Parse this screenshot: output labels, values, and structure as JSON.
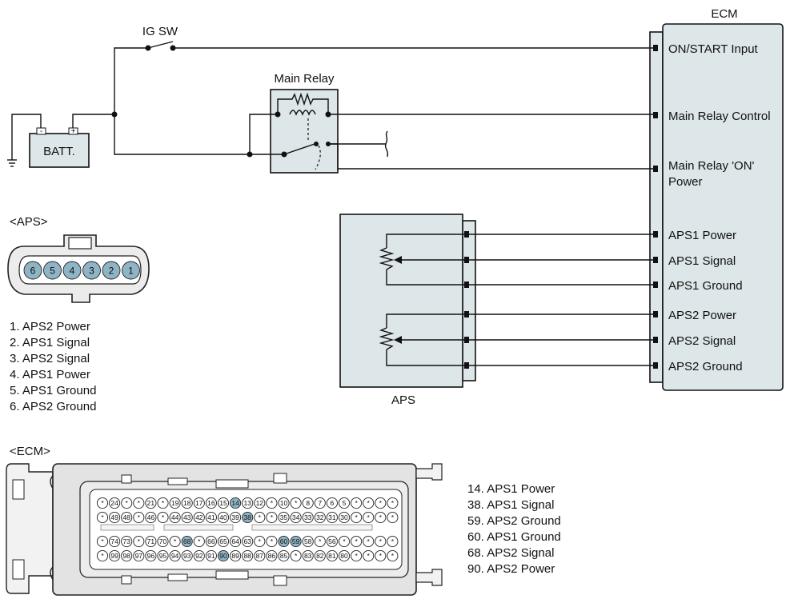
{
  "ecm": {
    "title": "ECM",
    "terminals": [
      "ON/START Input",
      "Main Relay Control",
      "Main Relay 'ON'",
      "Power",
      "APS1 Power",
      "APS1 Signal",
      "APS1 Ground",
      "APS2 Power",
      "APS2 Signal",
      "APS2 Ground"
    ]
  },
  "circuit": {
    "ig_sw": "IG SW",
    "main_relay": "Main Relay",
    "battery": "BATT.",
    "batt_neg": "-",
    "batt_pos": "+",
    "aps_label": "APS"
  },
  "aps_connector": {
    "title": "<APS>",
    "pins": [
      "6",
      "5",
      "4",
      "3",
      "2",
      "1"
    ],
    "legend": [
      "1. APS2 Power",
      "2. APS1 Signal",
      "3. APS2 Signal",
      "4. APS1 Power",
      "5. APS1 Ground",
      "6. APS2 Ground"
    ]
  },
  "ecm_connector": {
    "title": "<ECM>",
    "row1": [
      "*",
      "24",
      "*",
      "*",
      "21",
      "*",
      "19",
      "18",
      "17",
      "16",
      "15",
      "14",
      "13",
      "12",
      "*",
      "10",
      "*",
      "8",
      "7",
      "6",
      "5",
      "*",
      "*",
      "*",
      "*"
    ],
    "row2": [
      "*",
      "49",
      "48",
      "*",
      "46",
      "*",
      "44",
      "43",
      "42",
      "41",
      "40",
      "39",
      "38",
      "*",
      "*",
      "35",
      "34",
      "33",
      "32",
      "31",
      "30",
      "*",
      "*",
      "*",
      "*"
    ],
    "row3": [
      "*",
      "74",
      "73",
      "*",
      "71",
      "70",
      "*",
      "68",
      "*",
      "66",
      "65",
      "64",
      "63",
      "*",
      "*",
      "60",
      "59",
      "58",
      "*",
      "56",
      "*",
      "*",
      "*",
      "*",
      "*"
    ],
    "row4": [
      "*",
      "99",
      "98",
      "97",
      "96",
      "95",
      "94",
      "93",
      "92",
      "91",
      "90",
      "89",
      "88",
      "87",
      "86",
      "85",
      "*",
      "83",
      "82",
      "81",
      "80",
      "*",
      "*",
      "*",
      "*"
    ],
    "highlighted": [
      "14",
      "38",
      "59",
      "60",
      "68",
      "90"
    ],
    "legend": [
      "14. APS1 Power",
      "38. APS1 Signal",
      "59. APS2 Ground",
      "60. APS1 Ground",
      "68. APS2 Signal",
      "90. APS2 Power"
    ]
  },
  "colors": {
    "box_fill": "#dde6e8",
    "pin_highlight": "#8fb4c6"
  }
}
